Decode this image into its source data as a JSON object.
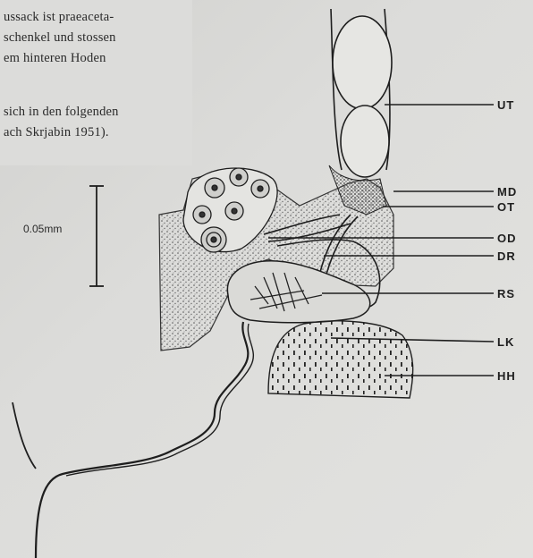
{
  "text_lines": [
    "ussack ist praeaceta-",
    "schenkel und stossen",
    "em hinteren  Hoden",
    "sich in den folgenden",
    "ach Skrjabin 1951)."
  ],
  "scale_bar": {
    "label": "0.05mm"
  },
  "labels": [
    "UT",
    "MD",
    "OT",
    "OD",
    "DR",
    "RS",
    "LK",
    "HH"
  ],
  "colors": {
    "ink": "#1e1e1e",
    "stipple": "#6a6a6a",
    "paper": "#dcdcda"
  }
}
